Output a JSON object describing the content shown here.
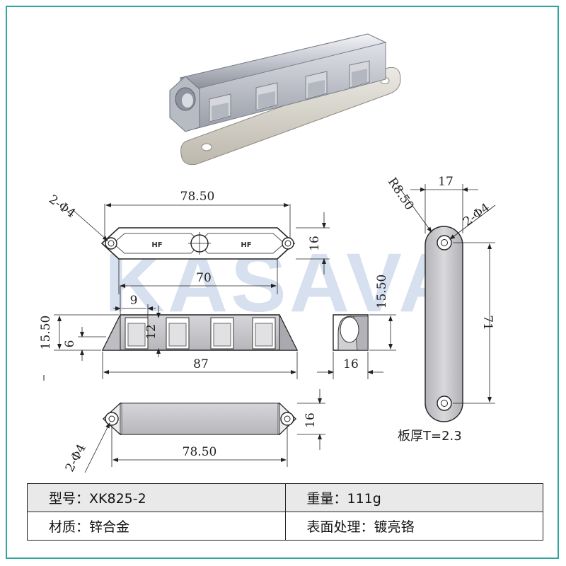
{
  "watermark": "KASAVA",
  "drawing": {
    "top_view": {
      "width_label": "78.50",
      "height_label": "16",
      "hole_label": "2-Φ4",
      "inner_label": "70",
      "marking_left": "HF",
      "marking_right": "HF"
    },
    "front_view": {
      "height_label": "15.50",
      "step_label": "6",
      "gap_label": "9",
      "inner_height_label": "12",
      "length_label": "87"
    },
    "side_view": {
      "height_label": "15.50",
      "width_label": "16"
    },
    "bottom_view": {
      "hole_label": "2-Φ4",
      "height_label": "16",
      "width_label": "78.50"
    },
    "strike_plate": {
      "radius_label": "R8.50",
      "width_label": "17",
      "hole_label": "2-Φ4",
      "spacing_label": "71",
      "thickness_label": "板厚T=2.3"
    }
  },
  "specs": {
    "model": "型号：XK825-2",
    "weight": "重量：111g",
    "material": "材质：锌合金",
    "finish": "表面处理：镀亮铬"
  },
  "colors": {
    "frame": "#2fa7a0",
    "watermark": "#c9d6ea",
    "chrome": "#c7c9d0",
    "plate": "#d7d4cc"
  }
}
